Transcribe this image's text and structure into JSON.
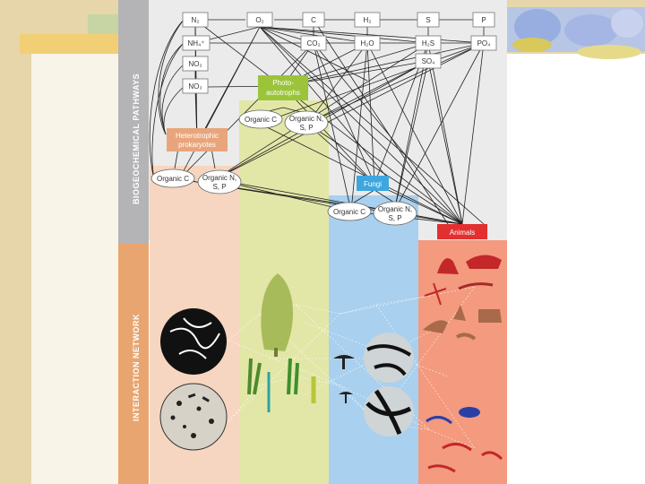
{
  "sidebar": {
    "biogeochem_label": "BIOGEOCHEMICAL PATHWAYS",
    "interaction_label": "INTERACTION NETWORK"
  },
  "elements": {
    "n2": "N₂",
    "o2": "O₂",
    "c": "C",
    "h2": "H₂",
    "s": "S",
    "p": "P",
    "nh4": "NH₄⁺",
    "no2": "NO₂",
    "no3": "NO₃",
    "co2": "CO₂",
    "h2o": "H₂O",
    "h2s": "H₂S",
    "so4": "SO₄",
    "po4": "PO₄"
  },
  "groups": {
    "photo_line1": "Photo-",
    "photo_line2": "autotrophs",
    "hetero_line1": "Heterotrophic",
    "hetero_line2": "prokaryotes",
    "fungi": "Fungi",
    "animals": "Animals"
  },
  "organic": {
    "c_label": "Organic C",
    "nsp_line1": "Organic N,",
    "nsp_line2": "S, P"
  },
  "colors": {
    "background": "#e8d9b0",
    "sidebar": "#b4b4b6",
    "sidebar_lower": "#e8a570",
    "prokaryote_col": "#f6d6c0",
    "plant_col": "#e2e7a8",
    "fungi_col": "#a9d0ee",
    "animal_col": "#f39a7f",
    "photo_box": "#9bc43a",
    "hetero_box": "#e8a57c",
    "fungi_box": "#3ea6de",
    "animals_box": "#e22f2f"
  }
}
